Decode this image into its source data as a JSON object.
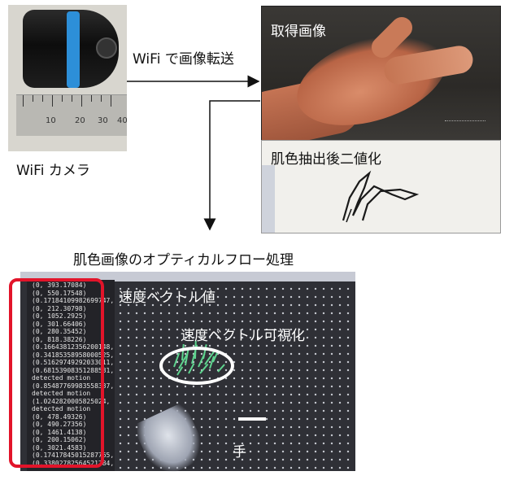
{
  "wifi_transfer_label": "WiFi で画像転送",
  "camera_label": "WiFi カメラ",
  "captured_image_label": "取得画像",
  "binarized_label": "肌色抽出後二値化",
  "optical_flow_title": "肌色画像のオプティカルフロー処理",
  "velocity_value_label": "速度ベクトル値",
  "velocity_visual_label": "速度ベクトル可視化",
  "hand_label": "手",
  "ruler_numbers": [
    "10",
    "20",
    "30",
    "40"
  ],
  "log_lines": [
    "(0, 393.17084)",
    "(0, 550.17548)",
    "(0.17184109982699747,",
    "(0, 212.30798)",
    "(0, 1052.2925)",
    "(0, 301.66406)",
    "(0, 280.35452)",
    "(0, 818.38226)",
    "(0.16643812356200148,",
    "(0.34185358958000525,",
    "(0.51629749292033011,",
    "(0.68153908351288531,",
    "detected motion",
    "(0.85487769983558337,",
    "detected motion",
    "(1.0242820005825024,",
    "detected motion",
    "(0, 478.49326)",
    "(0, 490.27356)",
    "(0, 1461.4138)",
    "(0, 200.15062)",
    "(0, 3021.4583)",
    "(0.17417845015287765,",
    "(0.33802782564521284,"
  ],
  "colors": {
    "highlight_box": "#e2142a",
    "highlight_ellipse": "#ffffff",
    "vectors": "#5fd48f",
    "arrow": "#111111"
  }
}
